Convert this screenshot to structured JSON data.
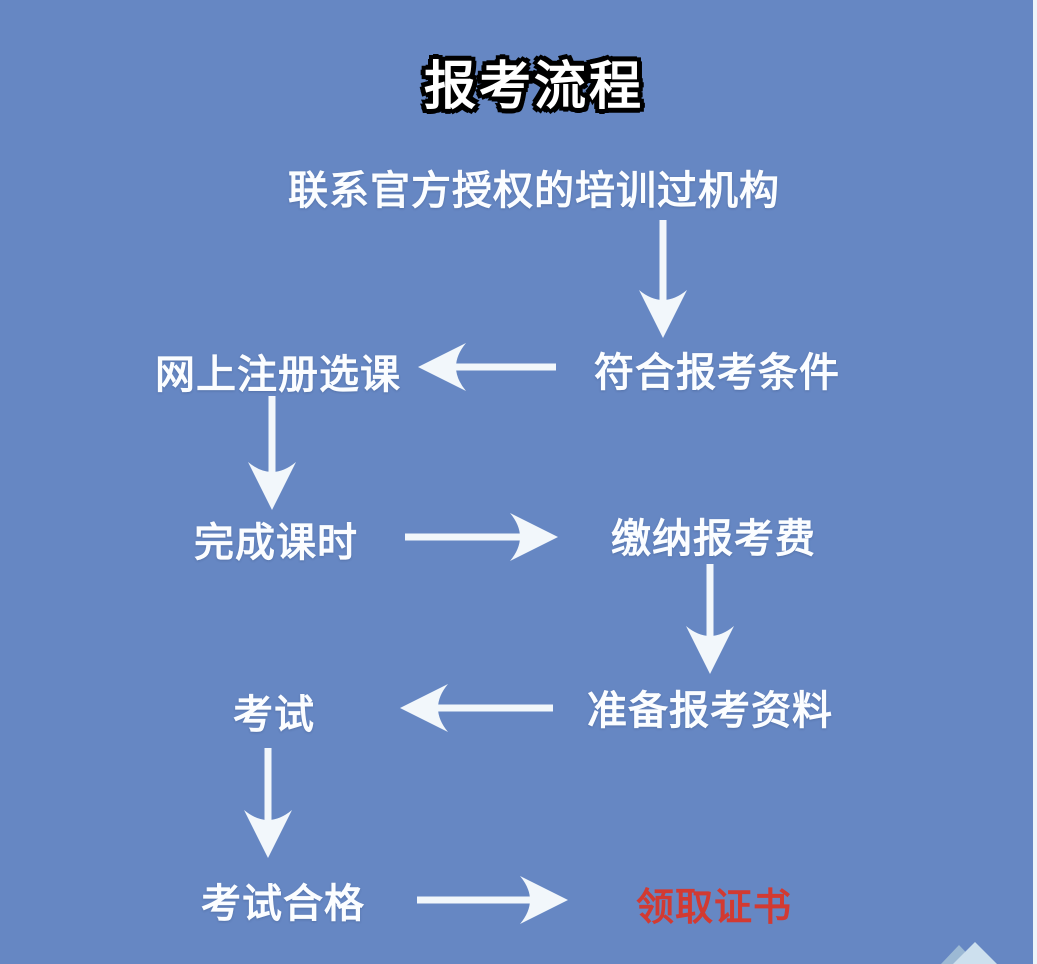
{
  "title": "报考流程",
  "diagram": {
    "nodes": [
      {
        "id": "contact",
        "label": "联系官方授权的培训过机构",
        "color": "white"
      },
      {
        "id": "qualify",
        "label": "符合报考条件",
        "color": "white"
      },
      {
        "id": "register",
        "label": "网上注册选课",
        "color": "white"
      },
      {
        "id": "complete",
        "label": "完成课时",
        "color": "white"
      },
      {
        "id": "pay",
        "label": "缴纳报考费",
        "color": "white"
      },
      {
        "id": "prepare",
        "label": "准备报考资料",
        "color": "white"
      },
      {
        "id": "exam",
        "label": "考试",
        "color": "white"
      },
      {
        "id": "pass",
        "label": "考试合格",
        "color": "white"
      },
      {
        "id": "certificate",
        "label": "领取证书",
        "color": "red"
      }
    ],
    "edges": [
      {
        "from": "contact",
        "to": "qualify",
        "direction": "down"
      },
      {
        "from": "qualify",
        "to": "register",
        "direction": "left"
      },
      {
        "from": "register",
        "to": "complete",
        "direction": "down"
      },
      {
        "from": "complete",
        "to": "pay",
        "direction": "right"
      },
      {
        "from": "pay",
        "to": "prepare",
        "direction": "down"
      },
      {
        "from": "prepare",
        "to": "exam",
        "direction": "left"
      },
      {
        "from": "exam",
        "to": "pass",
        "direction": "down"
      },
      {
        "from": "pass",
        "to": "certificate",
        "direction": "right"
      }
    ]
  },
  "colors": {
    "background": "#6687c3",
    "node_text": "#ffffff",
    "highlight_text": "#d23a32",
    "arrow": "#f2f7fb",
    "title_fill": "#ffffff",
    "title_outline": "#000000"
  }
}
